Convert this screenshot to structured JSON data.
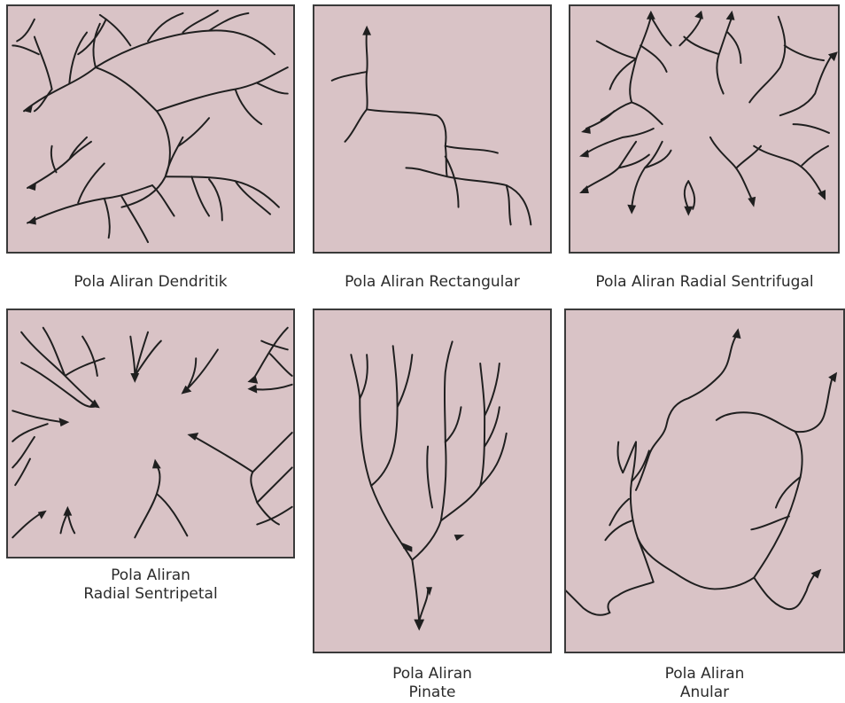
{
  "colors": {
    "panel_fill": "#d9c3c6",
    "border": "#3a3a3a",
    "stream": "#1f1f1f"
  },
  "panels": [
    {
      "caption": [
        "Pola Aliran Dendritik"
      ]
    },
    {
      "caption": [
        "Pola Aliran Rectangular"
      ]
    },
    {
      "caption": [
        "Pola Aliran Radial Sentrifugal"
      ]
    },
    {
      "caption": [
        "Pola Aliran",
        "Radial Sentripetal"
      ]
    },
    {
      "caption": [
        "Pola Aliran",
        "Pinate"
      ]
    },
    {
      "caption": [
        "Pola Aliran",
        "Anular"
      ]
    }
  ]
}
